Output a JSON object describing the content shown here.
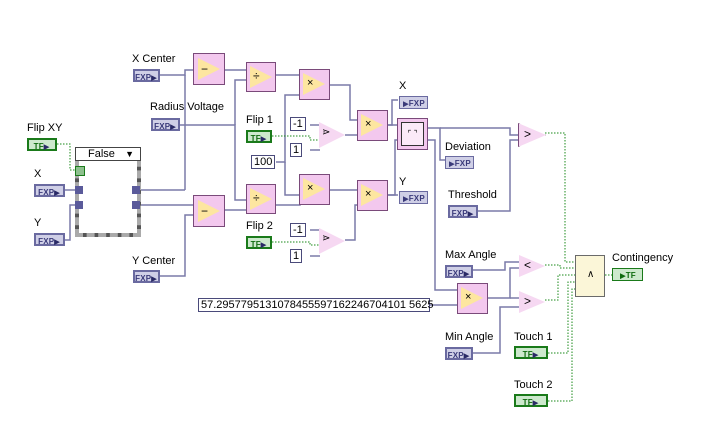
{
  "labels": {
    "x_center": "X Center",
    "radius_voltage": "Radius Voltage",
    "flip_xy": "Flip XY",
    "x_in": "X",
    "y_in": "Y",
    "y_center": "Y Center",
    "flip1": "Flip 1",
    "flip2": "Flip 2",
    "x_out": "X",
    "y_out": "Y",
    "deviation": "Deviation",
    "threshold": "Threshold",
    "max_angle": "Max Angle",
    "min_angle": "Min Angle",
    "touch1": "Touch 1",
    "touch2": "Touch 2",
    "contingency": "Contingency"
  },
  "terminals": {
    "fxp": "FXP",
    "tf": "TF"
  },
  "case_structure": {
    "selector_value": "False"
  },
  "constants": {
    "neg_one": "-1",
    "one": "1",
    "hundred": "100",
    "rad_to_deg": "57.2957795131078455597162246704101 5625"
  },
  "colors": {
    "numeric_wire": "#5a5a9a",
    "boolean_wire": "#1a8a1a",
    "node_fill": "#f3c8ee"
  }
}
